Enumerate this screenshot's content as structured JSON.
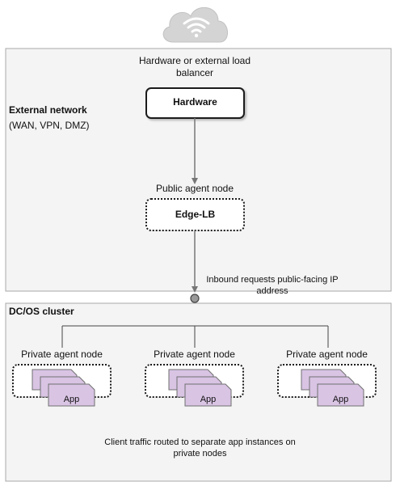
{
  "external_network": {
    "title": "External network",
    "subtitle": "(WAN, VPN, DMZ)",
    "cloud_icon": "cloud-wifi-icon",
    "load_balancer_caption": "Hardware or external load balancer",
    "hardware_label": "Hardware",
    "public_agent_caption": "Public agent node",
    "edge_lb_label": "Edge-LB"
  },
  "inbound": {
    "caption": "Inbound requests public-facing IP address"
  },
  "cluster": {
    "title": "DC/OS cluster",
    "nodes": [
      {
        "label": "Private agent node",
        "app_label": "App"
      },
      {
        "label": "Private agent node",
        "app_label": "App"
      },
      {
        "label": "Private agent node",
        "app_label": "App"
      }
    ],
    "footer": "Client traffic routed to separate app instances on private nodes"
  },
  "colors": {
    "panel_bg": "#f4f4f4",
    "panel_border": "#a8a8a8",
    "app_fill": "#d9c4e4",
    "app_border": "#6f6f6f",
    "line": "#777777",
    "cloud": "#d4d4d4"
  }
}
